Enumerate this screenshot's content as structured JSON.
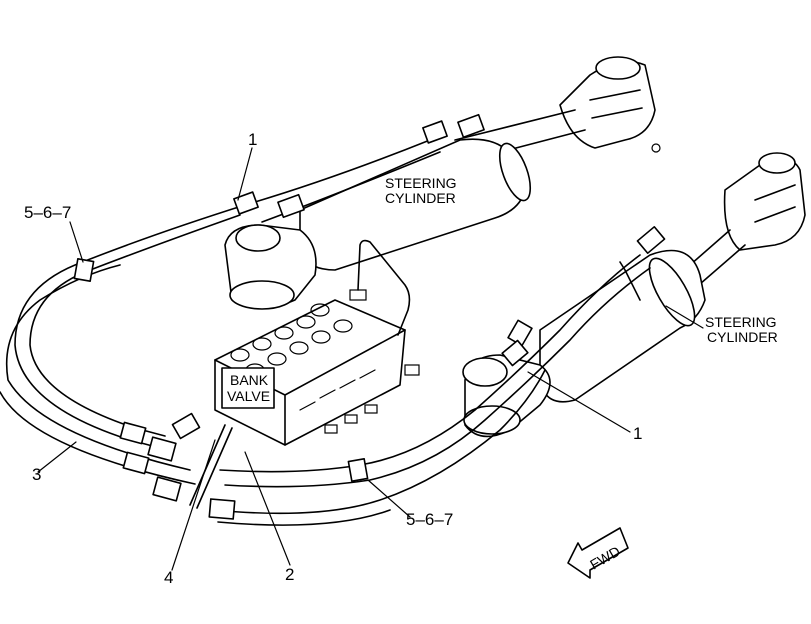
{
  "labels": {
    "steering_cylinder_top_line1": "STEERING",
    "steering_cylinder_top_line2": "CYLINDER",
    "steering_cylinder_right_line1": "STEERING",
    "steering_cylinder_right_line2": "CYLINDER",
    "bank_valve_line1": "BANK",
    "bank_valve_line2": "VALVE",
    "fwd_arrow": "FWD"
  },
  "callouts": {
    "c1_top": "1",
    "c1_right": "1",
    "c567_left": "5–6–7",
    "c567_bottom": "5–6–7",
    "c3": "3",
    "c4": "4",
    "c2": "2"
  },
  "colors": {
    "ink": "#000000",
    "paper": "#ffffff"
  }
}
